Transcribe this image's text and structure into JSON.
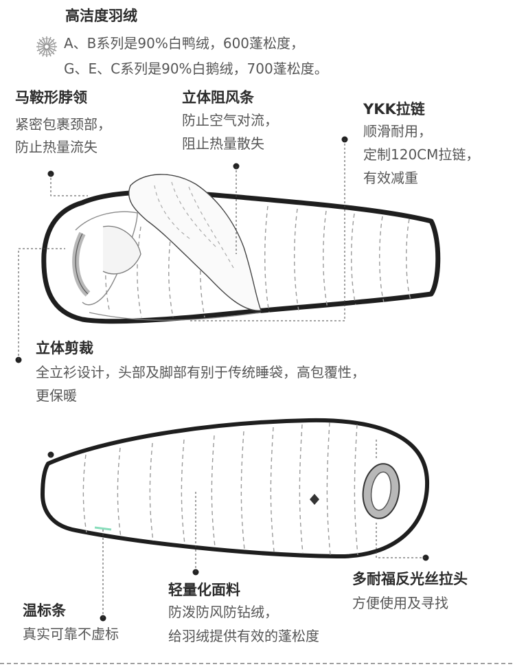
{
  "top_feature": {
    "title": "高洁度羽绒",
    "line1": "A、B系列是90%白鸭绒，600蓬松度，",
    "line2": "G、E、C系列是90%白鹅绒，700蓬松度。"
  },
  "features": {
    "hood": {
      "title": "马鞍形脖领",
      "lines": [
        "紧密包裹颈部，",
        "防止热量流失"
      ]
    },
    "draft_tube": {
      "title": "立体阻风条",
      "lines": [
        "防止空气对流，",
        "阻止热量散失"
      ]
    },
    "zipper": {
      "title": "YKK拉链",
      "lines": [
        "顺滑耐用，",
        "定制120CM拉链，",
        "有效减重"
      ]
    },
    "cut": {
      "title": "立体剪裁",
      "lines": [
        "全立衫设计，头部及脚部有别于传统睡袋，高包覆性，",
        "更保暖"
      ]
    },
    "temp_label": {
      "title": "温标条",
      "lines": [
        "真实可靠不虚标"
      ]
    },
    "fabric": {
      "title": "轻量化面料",
      "lines": [
        "防泼防风防钻绒，",
        "给羽绒提供有效的蓬松度"
      ]
    },
    "puller": {
      "title": "多耐福反光丝拉头",
      "lines": [
        "方便使用及寻找"
      ]
    }
  },
  "icons": {
    "down": "down-feather-icon"
  },
  "colors": {
    "outline": "#1e1e1e",
    "seam": "#9a9a9a",
    "zipper_gray": "#b8b8b8"
  }
}
